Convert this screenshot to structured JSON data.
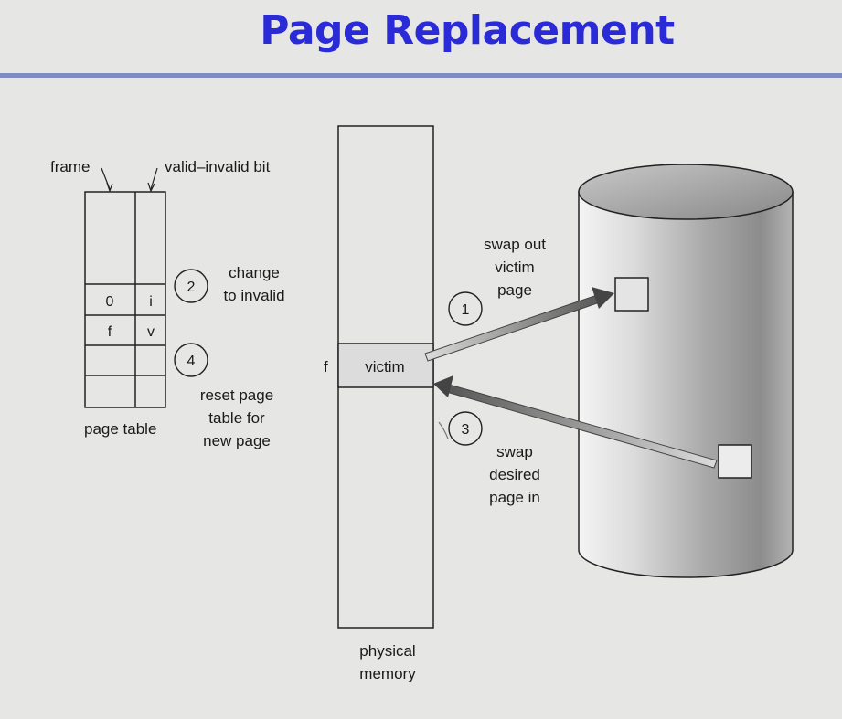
{
  "title": "Page Replacement",
  "page_table": {
    "frame_label": "frame",
    "valid_bit_label": "valid–invalid bit",
    "caption": "page table",
    "rows": [
      {
        "frame": "",
        "bit": ""
      },
      {
        "frame": "0",
        "bit": "i"
      },
      {
        "frame": "f",
        "bit": "v"
      },
      {
        "frame": "",
        "bit": ""
      },
      {
        "frame": "",
        "bit": ""
      }
    ]
  },
  "steps": {
    "step1": {
      "num": "1",
      "text": [
        "swap out",
        "victim",
        "page"
      ]
    },
    "step2": {
      "num": "2",
      "text": [
        "change",
        "to invalid"
      ]
    },
    "step3": {
      "num": "3",
      "text": [
        "swap",
        "desired",
        "page in"
      ]
    },
    "step4": {
      "num": "4",
      "text": [
        "reset page",
        "table for",
        "new page"
      ]
    }
  },
  "memory": {
    "victim_label": "victim",
    "frame_marker": "f",
    "caption": [
      "physical",
      "memory"
    ]
  },
  "colors": {
    "title": "#2a2ad6",
    "rule": "#7f8cc4",
    "background": "#e6e6e4",
    "victim_fill": "#dcdcdc"
  }
}
